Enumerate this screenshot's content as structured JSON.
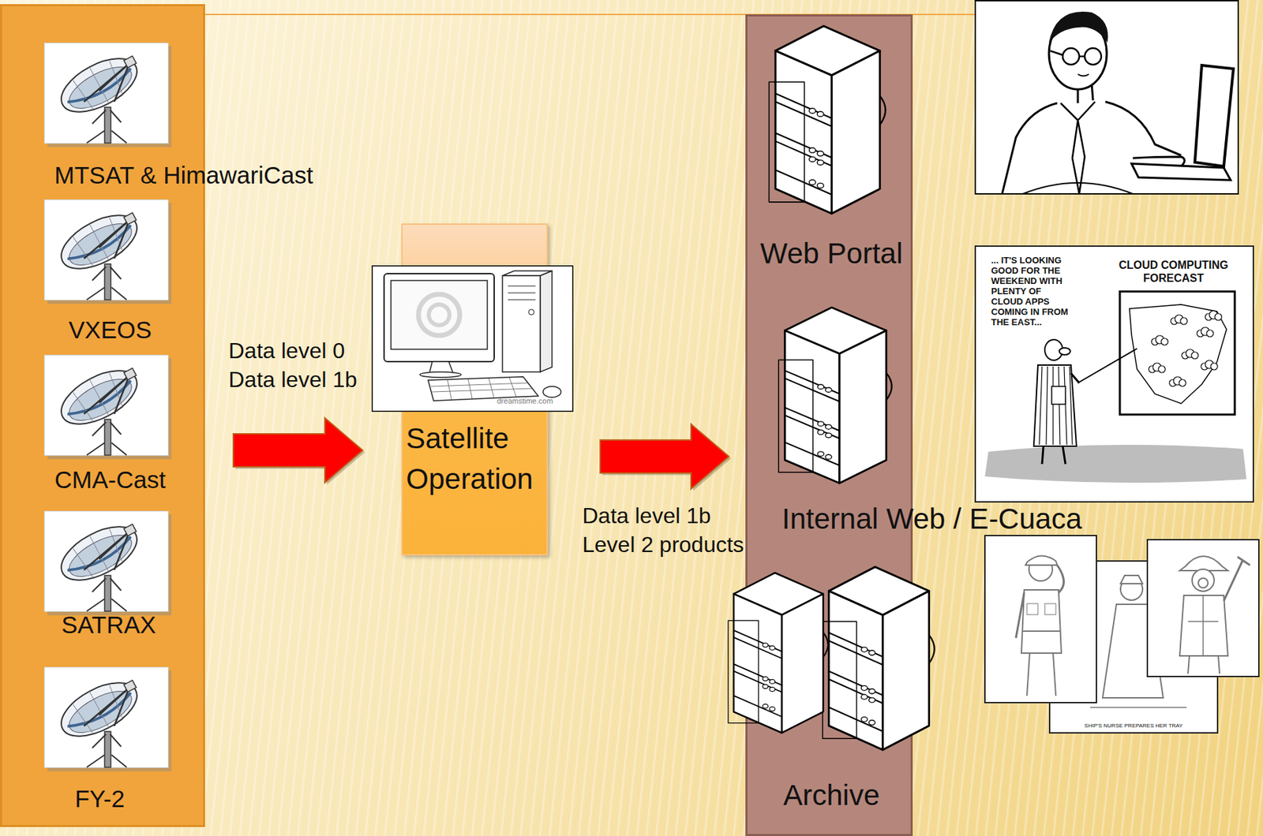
{
  "diagram": {
    "nodes": [
      {
        "text": [
          "MTSAT & HimawariCast",
          "VXEOS",
          "CMA-Cast",
          "SATRAX",
          "FY-2"
        ]
      },
      {
        "text": [
          "Satellite Operation"
        ]
      },
      {
        "text": [
          "Web Portal",
          "Internal Web / E-Cuaca",
          "Archive"
        ]
      }
    ],
    "edges": [
      {
        "from": 0,
        "to": 1,
        "arrow": "to",
        "label": "Data level 0 Data level 1b"
      },
      {
        "from": 1,
        "to": 2,
        "arrow": "to",
        "label": "Data level 1b Level 2 products"
      }
    ],
    "labels": [
      "... IT'S LOOKING GOOD FOR THE WEEKEND WITH PLENTY OF CLOUD APPS COMING IN FROM THE EAST...",
      "CLOUD COMPUTING FORECAST",
      "SHIP'S NURSE PREPARES HER TRAY",
      "dreamstime.com"
    ]
  }
}
